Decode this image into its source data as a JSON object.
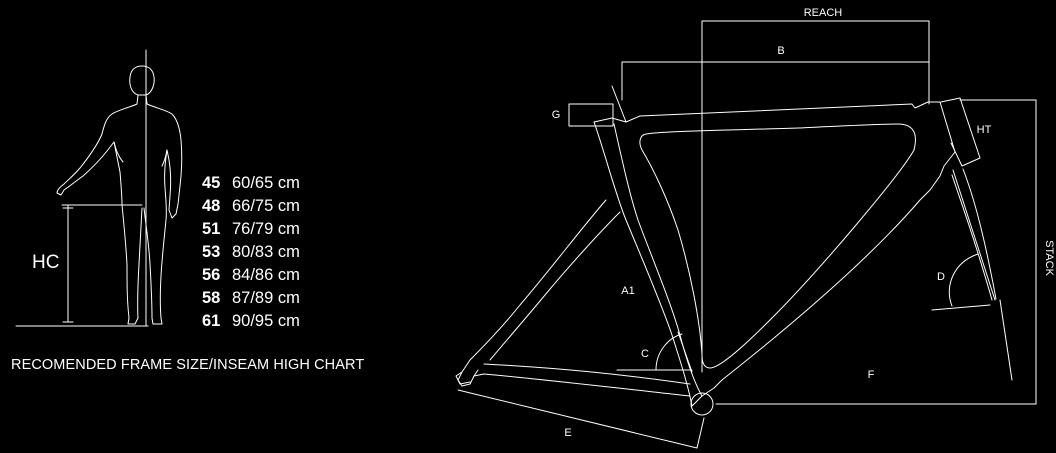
{
  "size_chart": {
    "hc_label": "HC",
    "rows": [
      {
        "size": "45",
        "range": "60/65 cm"
      },
      {
        "size": "48",
        "range": "66/75 cm"
      },
      {
        "size": "51",
        "range": "76/79 cm"
      },
      {
        "size": "53",
        "range": "80/83 cm"
      },
      {
        "size": "56",
        "range": "84/86 cm"
      },
      {
        "size": "58",
        "range": "87/89 cm"
      },
      {
        "size": "61",
        "range": "90/95 cm"
      }
    ],
    "caption": "RECOMENDED FRAME SIZE/INSEAM HIGH CHART"
  },
  "geometry": {
    "labels": {
      "reach": "REACH",
      "b": "B",
      "g": "G",
      "ht": "HT",
      "stack": "STACK",
      "a1": "A1",
      "c": "C",
      "d": "D",
      "f": "F",
      "e": "E"
    }
  },
  "colors": {
    "background": "#000000",
    "line": "#ffffff"
  }
}
